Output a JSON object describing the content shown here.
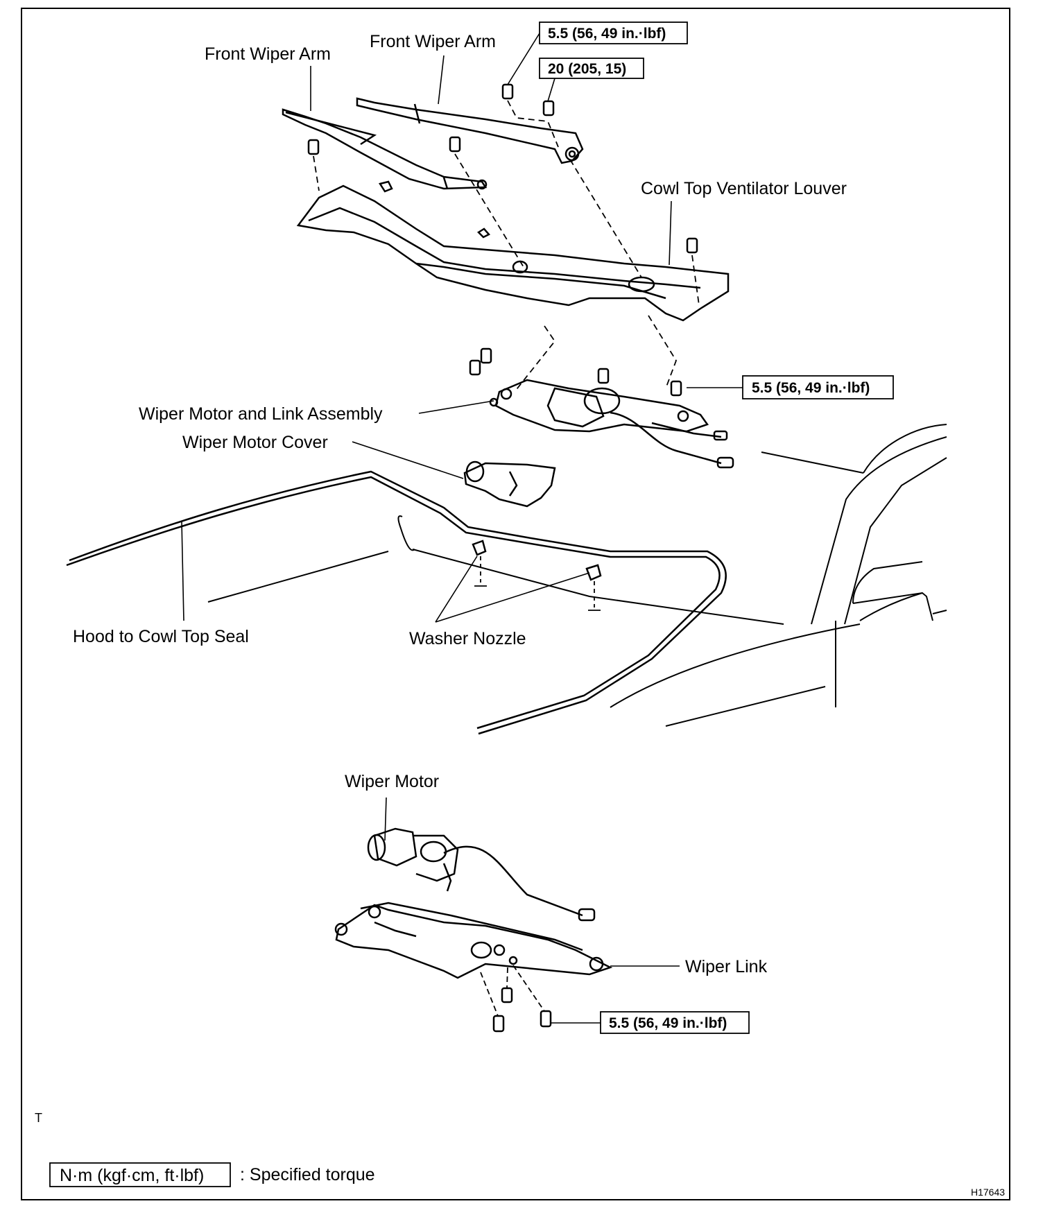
{
  "labels": {
    "front_wiper_arm_left": "Front Wiper Arm",
    "front_wiper_arm_right": "Front Wiper Arm",
    "cowl_louver": "Cowl Top Ventilator Louver",
    "motor_link_assembly": "Wiper Motor and Link Assembly",
    "motor_cover": "Wiper Motor Cover",
    "hood_seal": "Hood to Cowl Top Seal",
    "washer_nozzle": "Washer Nozzle",
    "wiper_motor": "Wiper Motor",
    "wiper_link": "Wiper Link"
  },
  "torque": {
    "arm_bolt": "5.5 (56, 49 in.·lbf)",
    "arm_nut": "20 (205, 15)",
    "assembly_bolt": "5.5 (56, 49 in.·lbf)",
    "link_bolt": "5.5 (56, 49 in.·lbf)"
  },
  "legend": {
    "unit_box": "N·m (kgf·cm, ft·lbf)",
    "description": ": Specified torque"
  },
  "marks": {
    "corner_mark": "T",
    "figure_id": "H17643"
  }
}
